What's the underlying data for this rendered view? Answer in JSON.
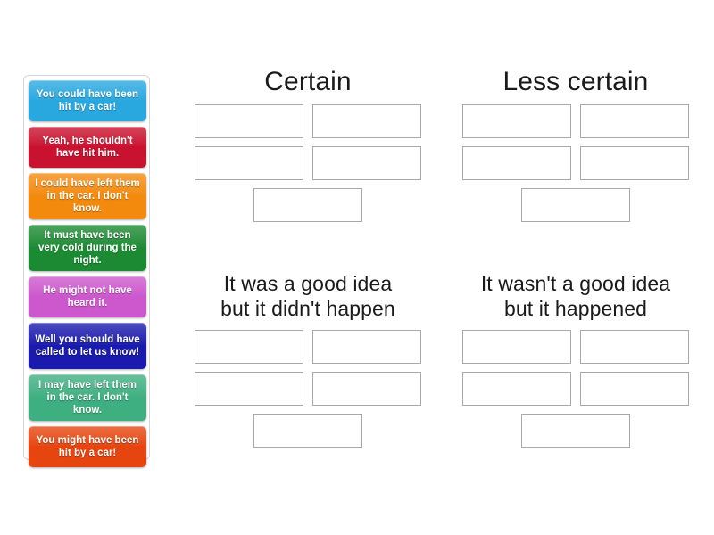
{
  "tray": {
    "name": "answer-cards",
    "cards": [
      {
        "text": "You could have been hit by a car!",
        "color": "#29a8e0",
        "lines": 2
      },
      {
        "text": "Yeah, he shouldn't have hit him.",
        "color": "#c9122f",
        "lines": 2
      },
      {
        "text": "I could have left them in the car. I don't know.",
        "color": "#f38a0e",
        "lines": 3
      },
      {
        "text": "It must have been very cold during the night.",
        "color": "#1c8a33",
        "lines": 3
      },
      {
        "text": "He might not have heard it.",
        "color": "#cd57cd",
        "lines": 2
      },
      {
        "text": "Well you should have called to let us know!",
        "color": "#1a1aae",
        "lines": 3
      },
      {
        "text": "I may have left them in the car. I don't know.",
        "color": "#3eaf80",
        "lines": 3
      },
      {
        "text": "You might have been hit by a car!",
        "color": "#e6450f",
        "lines": 2
      }
    ]
  },
  "zones": [
    {
      "title": "Certain",
      "slot_count": 5,
      "two_line": false
    },
    {
      "title": "Less certain",
      "slot_count": 5,
      "two_line": false
    },
    {
      "title": "It was a good idea\nbut it didn't happen",
      "slot_count": 5,
      "two_line": true
    },
    {
      "title": "It wasn't a good idea\nbut it happened",
      "slot_count": 5,
      "two_line": true
    }
  ],
  "colors": {
    "background": "#ffffff",
    "slot_border": "#a9a9a9",
    "tray_border": "#d6d6d6",
    "title_text": "#1a1a1a"
  }
}
